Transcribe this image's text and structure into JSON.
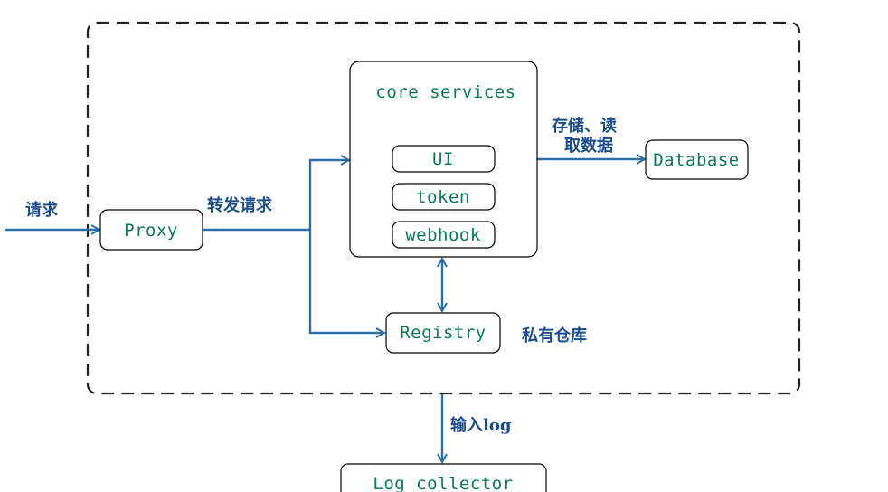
{
  "nodes": {
    "core_services": "core services",
    "ui": "UI",
    "token": "token",
    "webhook": "webhook",
    "proxy": "Proxy",
    "registry": "Registry",
    "database": "Database",
    "log_collector": "Log collector"
  },
  "labels": {
    "request": "请求",
    "forward_request": "转发请求",
    "store_read_line1": "存储、读",
    "store_read_line2": "取数据",
    "private_registry": "私有仓库",
    "input_log": "输入log"
  },
  "colors": {
    "node_text": "#0a7a5e",
    "label_text": "#1b4d8c",
    "arrow": "#2c6ea8",
    "border": "#222222"
  }
}
